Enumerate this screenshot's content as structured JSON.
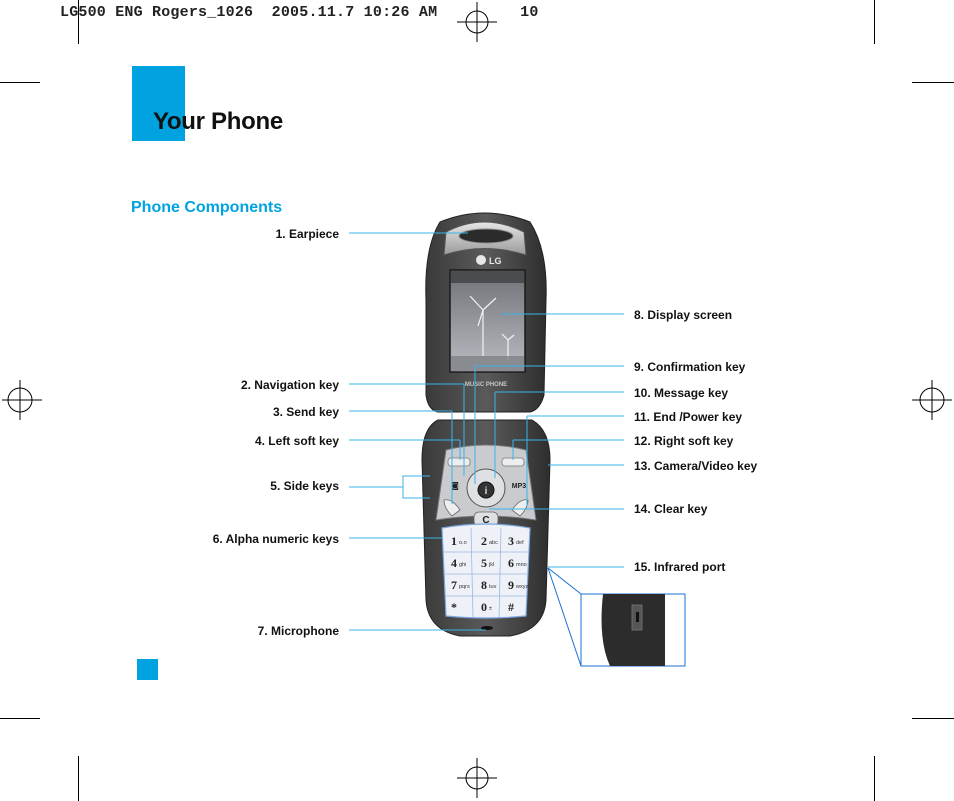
{
  "print_header": {
    "file": "LG500 ENG Rogers_1026",
    "date": "2005.11.7",
    "time": "10:26 AM",
    "page": "10"
  },
  "page": {
    "title": "Your Phone",
    "section": "Phone Components",
    "accent_color": "#00a3e0"
  },
  "components_left": [
    "1. Earpiece",
    "2. Navigation key",
    "3. Send key",
    "4. Left soft key",
    "5. Side keys",
    "6. Alpha numeric keys",
    "7. Microphone"
  ],
  "components_right": [
    "8. Display screen",
    "9. Confirmation key",
    "10. Message key",
    "11. End /Power key",
    "12. Right soft key",
    "13. Camera/Video key",
    "14. Clear key",
    "15. Infrared port"
  ],
  "phone": {
    "brand": "LG",
    "badge": "MUSIC PHONE",
    "mp3_key": "MP3",
    "clear_key": "C",
    "keypad": [
      {
        "digit": "1",
        "letters": "o.o"
      },
      {
        "digit": "2",
        "letters": "abc"
      },
      {
        "digit": "3",
        "letters": "def"
      },
      {
        "digit": "4",
        "letters": "ghi"
      },
      {
        "digit": "5",
        "letters": "jkl"
      },
      {
        "digit": "6",
        "letters": "mno"
      },
      {
        "digit": "7",
        "letters": "pqrs"
      },
      {
        "digit": "8",
        "letters": "tuv"
      },
      {
        "digit": "9",
        "letters": "wxyz"
      },
      {
        "digit": "*",
        "letters": ""
      },
      {
        "digit": "0",
        "letters": "±"
      },
      {
        "digit": "#",
        "letters": ""
      }
    ]
  }
}
